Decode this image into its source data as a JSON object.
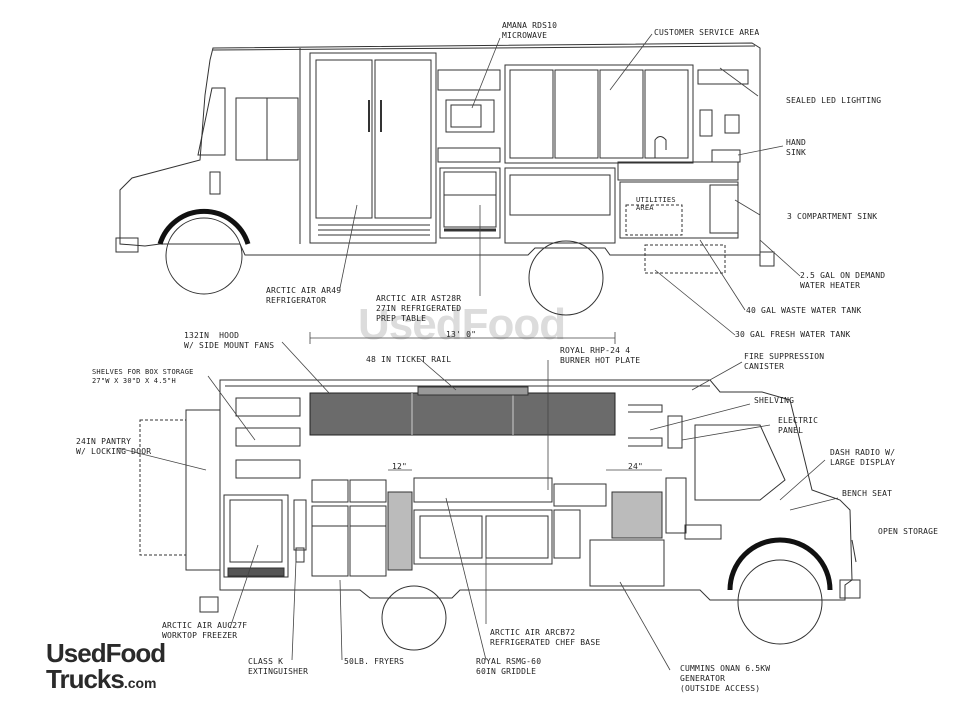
{
  "watermark": "UsedFood",
  "logo": {
    "line1": "UsedFood",
    "line2": "Trucks",
    "suffix": ".com"
  },
  "top_view": {
    "microwave": "AMANA RDS10\nMICROWAVE",
    "customer_service": "CUSTOMER SERVICE AREA",
    "led_lighting": "SEALED LED LIGHTING",
    "hand_sink": "HAND\nSINK",
    "three_comp_sink": "3 COMPARTMENT SINK",
    "utilities_area": "UTILITIES\nAREA",
    "water_heater": "2.5 GAL ON DEMAND\nWATER HEATER",
    "waste_tank": "40 GAL WASTE WATER TANK",
    "fresh_tank": "30 GAL FRESH WATER TANK",
    "refrigerator": "ARCTIC AIR AR49\nREFRIGERATOR",
    "prep_table": "ARCTIC AIR AST28R\n27IN REFRIGERATED\nPREP TABLE"
  },
  "bottom_view": {
    "hood": "132IN  HOOD\nW/ SIDE MOUNT FANS",
    "length_dim": "13' 0\"",
    "ticket_rail": "48 IN TICKET RAIL",
    "hot_plate": "ROYAL RHP-24 4\nBURNER HOT PLATE",
    "fire_suppression": "FIRE SUPPRESSION\nCANISTER",
    "shelving": "SHELVING",
    "electric_panel": "ELECTRIC\nPANEL",
    "dash_radio": "DASH RADIO W/\nLARGE DISPLAY",
    "bench_seat": "BENCH SEAT",
    "open_storage": "OPEN STORAGE",
    "box_shelves": "SHELVES FOR BOX STORAGE\n27\"W X 30\"D X 4.5\"H",
    "pantry": "24IN PANTRY\nW/ LOCKING DOOR",
    "dim_12": "12\"",
    "dim_24": "24\"",
    "freezer": "ARCTIC AIR AUC27F\nWORKTOP FREEZER",
    "extinguisher": "CLASS K\nEXTINGUISHER",
    "fryers": "50LB. FRYERS",
    "chef_base": "ARCTIC AIR ARCB72\nREFRIGERATED CHEF BASE",
    "griddle": "ROYAL RSMG-60\n60IN GRIDDLE",
    "generator": "CUMMINS ONAN 6.5KW\nGENERATOR\n(OUTSIDE ACCESS)"
  }
}
